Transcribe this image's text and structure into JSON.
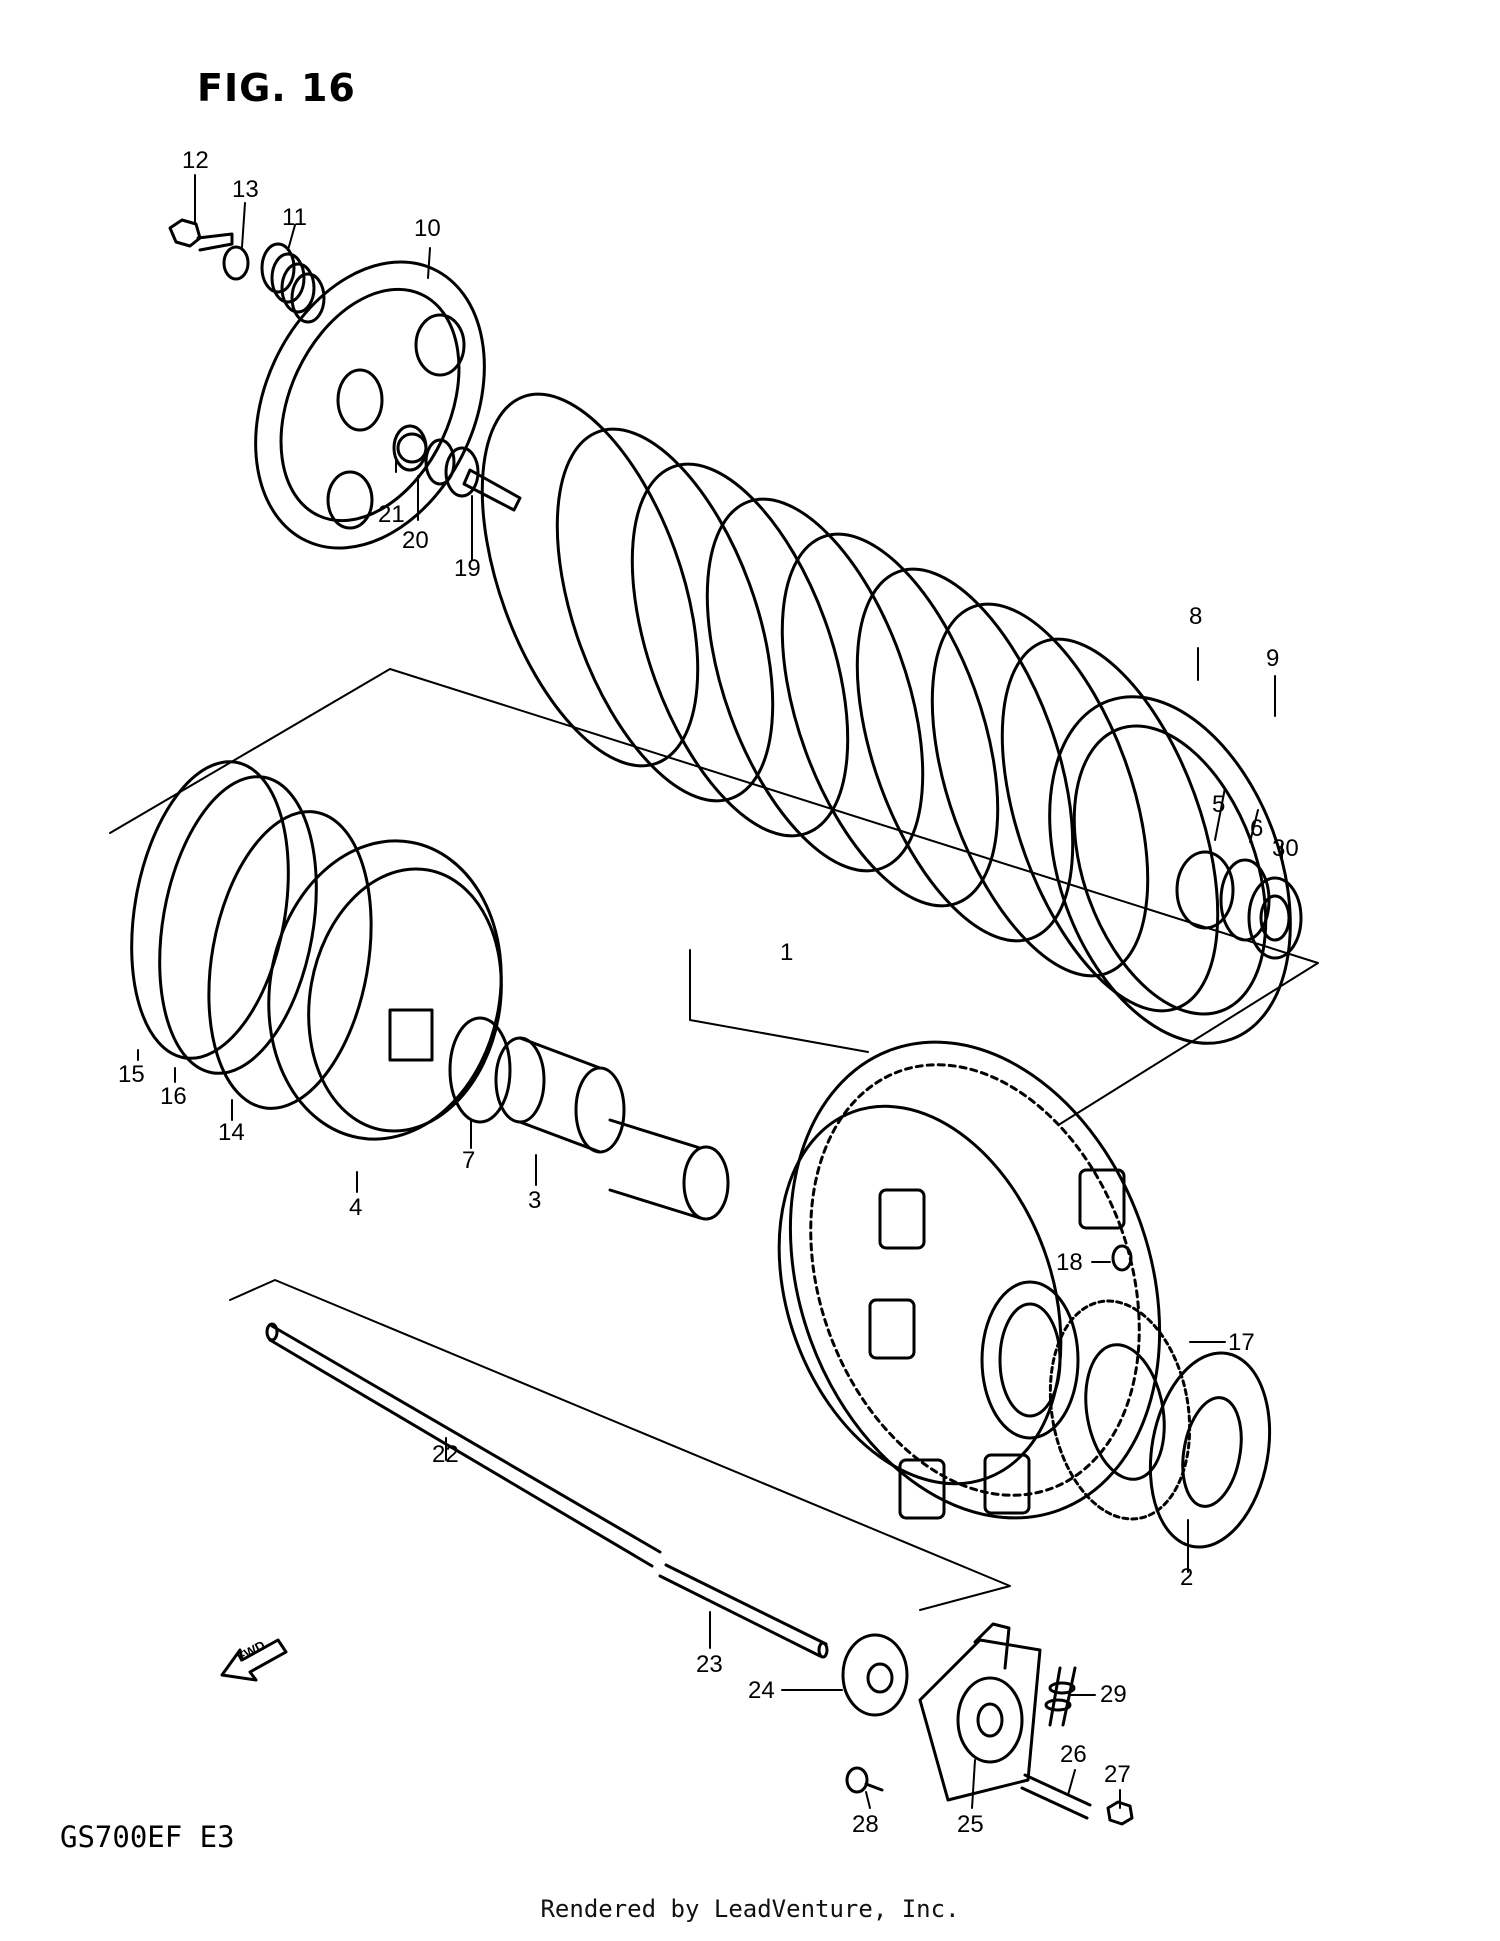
{
  "figure": {
    "title": "FIG. 16"
  },
  "model_code": "GS700EF E3",
  "footer": "Rendered by LeadVenture, Inc.",
  "fwd_label": "FWD",
  "callouts": [
    {
      "id": "c1",
      "label": "1"
    },
    {
      "id": "c2",
      "label": "2"
    },
    {
      "id": "c3",
      "label": "3"
    },
    {
      "id": "c4",
      "label": "4"
    },
    {
      "id": "c5",
      "label": "5"
    },
    {
      "id": "c6",
      "label": "6"
    },
    {
      "id": "c7",
      "label": "7"
    },
    {
      "id": "c8",
      "label": "8"
    },
    {
      "id": "c9",
      "label": "9"
    },
    {
      "id": "c10",
      "label": "10"
    },
    {
      "id": "c11",
      "label": "11"
    },
    {
      "id": "c12",
      "label": "12"
    },
    {
      "id": "c13",
      "label": "13"
    },
    {
      "id": "c14",
      "label": "14"
    },
    {
      "id": "c15",
      "label": "15"
    },
    {
      "id": "c16",
      "label": "16"
    },
    {
      "id": "c17",
      "label": "17"
    },
    {
      "id": "c18",
      "label": "18"
    },
    {
      "id": "c19",
      "label": "19"
    },
    {
      "id": "c20",
      "label": "20"
    },
    {
      "id": "c21",
      "label": "21"
    },
    {
      "id": "c22",
      "label": "22"
    },
    {
      "id": "c23",
      "label": "23"
    },
    {
      "id": "c24",
      "label": "24"
    },
    {
      "id": "c25",
      "label": "25"
    },
    {
      "id": "c26",
      "label": "26"
    },
    {
      "id": "c27",
      "label": "27"
    },
    {
      "id": "c28",
      "label": "28"
    },
    {
      "id": "c29",
      "label": "29"
    },
    {
      "id": "c30",
      "label": "30"
    }
  ]
}
